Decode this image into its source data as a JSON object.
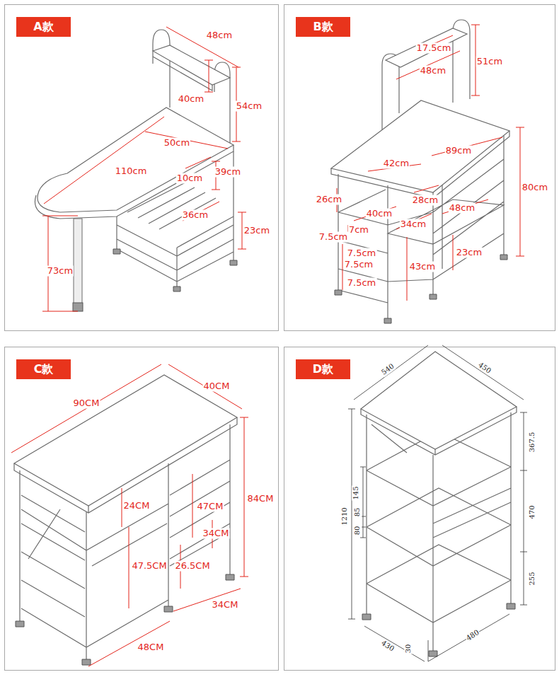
{
  "diagram": {
    "nodes": [
      {
        "text": [
          "A款"
        ]
      },
      {
        "text": [
          "B款"
        ]
      },
      {
        "text": [
          "C款"
        ]
      },
      {
        "text": [
          "D款"
        ]
      }
    ],
    "labels": [
      "48cm",
      "40cm",
      "54cm",
      "50cm",
      "110cm",
      "10cm",
      "39cm",
      "36cm",
      "23cm",
      "73cm",
      "17.5cm",
      "51cm",
      "48cm",
      "89cm",
      "42cm",
      "80cm",
      "26cm",
      "28cm",
      "48cm",
      "40cm",
      "34cm",
      "7cm",
      "7.5cm",
      "7.5cm",
      "7.5cm",
      "7.5cm",
      "43cm",
      "23cm",
      "90CM",
      "40CM",
      "84CM",
      "24CM",
      "47CM",
      "34CM",
      "47.5CM",
      "26.5CM",
      "34CM",
      "48CM",
      "540",
      "450",
      "367.5",
      "1210",
      "145",
      "85",
      "80",
      "470",
      "255",
      "430",
      "30",
      "480"
    ]
  }
}
